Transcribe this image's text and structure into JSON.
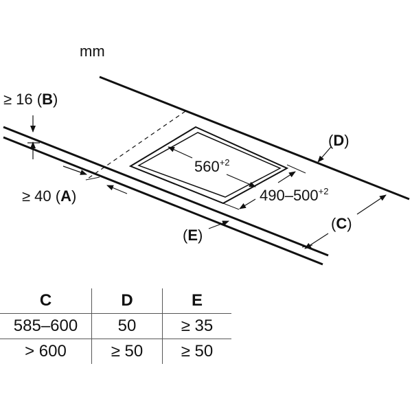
{
  "unit": "mm",
  "labels": {
    "b_value": "≥ 16",
    "b_letter": "B",
    "a_value": "≥ 40",
    "a_letter": "A",
    "d_letter": "D",
    "c_letter": "C",
    "e_letter": "E",
    "cutout_width": "560",
    "cutout_width_tol": "+2",
    "cutout_depth": "490–500",
    "cutout_depth_tol": "+2"
  },
  "table": {
    "headers": [
      "C",
      "D",
      "E"
    ],
    "rows": [
      [
        "585–600",
        "50",
        "≥ 35"
      ],
      [
        "> 600",
        "≥ 50",
        "≥ 50"
      ]
    ]
  }
}
